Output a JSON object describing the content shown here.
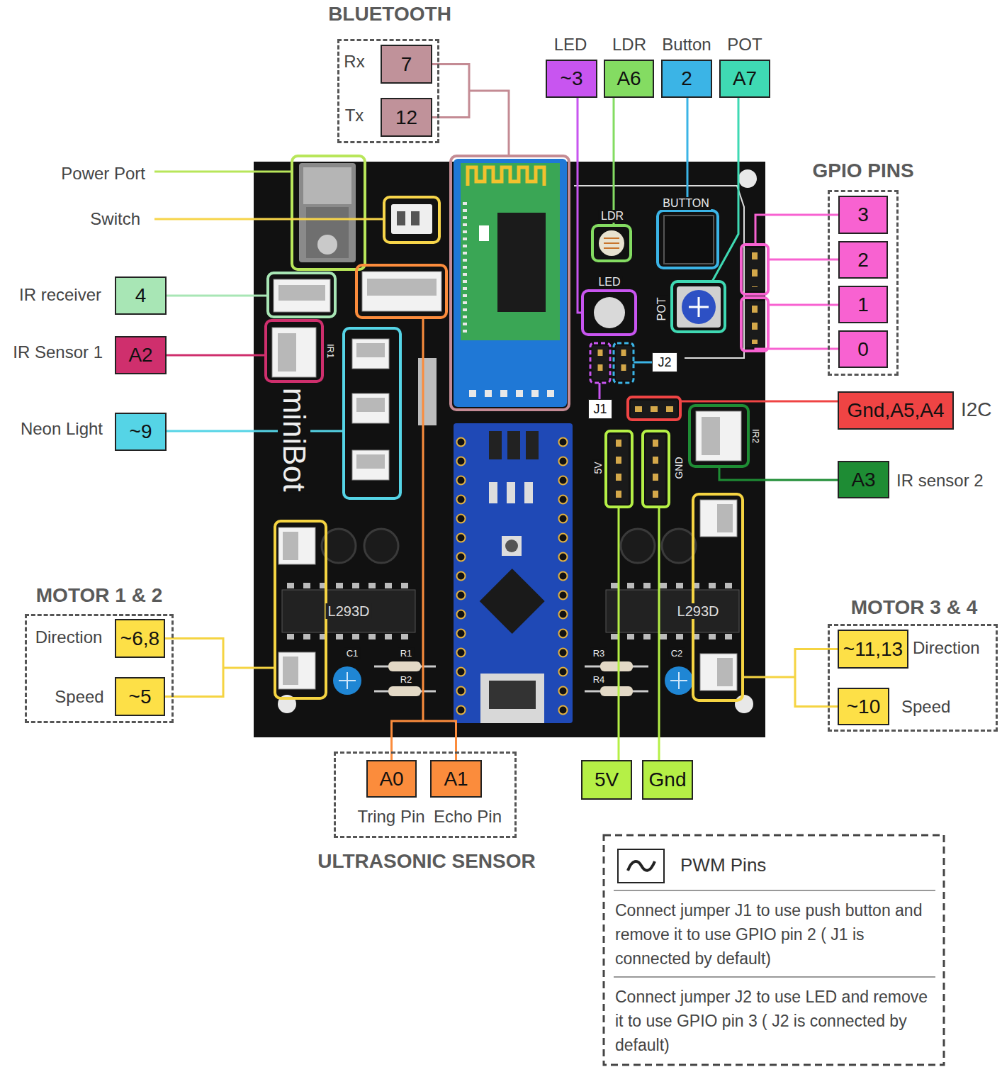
{
  "diagram": {
    "nodes": [
      {
        "text": [
          "BLUETOOTH"
        ]
      },
      {
        "text": [
          "7"
        ],
        "in": 0
      },
      {
        "text": [
          "12"
        ],
        "in": 0
      },
      {
        "text": [
          "~3"
        ]
      },
      {
        "text": [
          "A6"
        ]
      },
      {
        "text": [
          "2"
        ]
      },
      {
        "text": [
          "A7"
        ]
      },
      {
        "text": [
          "GPIO PINS"
        ]
      },
      {
        "text": [
          "3"
        ],
        "in": 7
      },
      {
        "text": [
          "2"
        ],
        "in": 7
      },
      {
        "text": [
          "1"
        ],
        "in": 7
      },
      {
        "text": [
          "0"
        ],
        "in": 7
      },
      {
        "text": [
          "4"
        ]
      },
      {
        "text": [
          "A2"
        ]
      },
      {
        "text": [
          "J2"
        ]
      },
      {
        "text": [
          "Gnd,A5,A4"
        ]
      },
      {
        "text": [
          "J1"
        ]
      },
      {
        "text": [
          "~9"
        ]
      },
      {
        "text": [
          "A3"
        ]
      },
      {
        "text": [
          "MOTOR 1 & 2"
        ]
      },
      {
        "text": [
          "~6,8"
        ],
        "in": 19
      },
      {
        "text": [
          "~5"
        ],
        "in": 19
      },
      {
        "text": [
          "MOTOR 3 & 4"
        ]
      },
      {
        "text": [
          "~11,13"
        ],
        "in": 22
      },
      {
        "text": [
          "~10"
        ],
        "in": 22
      },
      {
        "text": [
          "ULTRASONIC SENSOR"
        ]
      },
      {
        "text": [
          "A0"
        ],
        "in": 25
      },
      {
        "text": [
          "A1"
        ],
        "in": 25
      },
      {
        "text": [
          "5V"
        ]
      },
      {
        "text": [
          "Gnd"
        ]
      }
    ],
    "edges": [
      {
        "from": 1,
        "to": 2,
        "arrow": "none"
      },
      {
        "from": 20,
        "to": 21,
        "arrow": "none"
      },
      {
        "from": 23,
        "to": 24,
        "arrow": "none"
      },
      {
        "from": 26,
        "to": 27,
        "arrow": "none"
      }
    ],
    "labels": [
      "Rx",
      "Tx",
      "LED",
      "LDR",
      "Button",
      "POT",
      "Power Port",
      "Switch",
      "IR receiver",
      "IR Sensor 1",
      "Neon Light",
      "I2C",
      "IR sensor 2",
      "Direction",
      "Speed",
      "Direction",
      "Speed",
      "Tring Pin",
      "Echo Pin",
      "Connect jumper J1 to use push button and remove it to use GPIO pin 2 ( J1 is connected by default)",
      "Connect jumper J2 to use LED and remove it to use GPIO pin 3 ( J2 is connected by default)",
      "miniBot",
      "LDR",
      "BUTTON",
      "LED",
      "POT",
      "L293D",
      "L293D",
      "C1",
      "R1",
      "R2",
      "R3",
      "R4",
      "C2",
      "5V",
      "GND",
      "IR1",
      "IR2"
    ],
    "legend": [
      {
        "text": "PWM Pins"
      }
    ]
  }
}
